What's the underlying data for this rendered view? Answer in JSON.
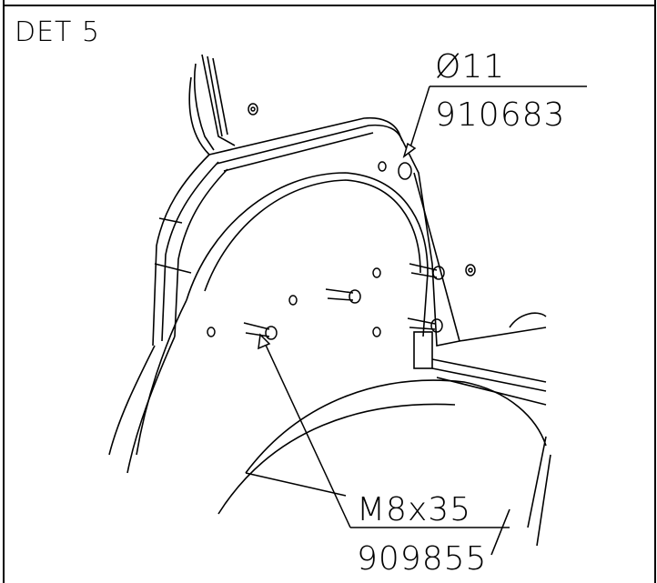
{
  "detail_title": "DET 5",
  "callouts": [
    {
      "top": "Ø11",
      "bottom": "910683"
    },
    {
      "top": "M8x35",
      "bottom": "909855"
    }
  ],
  "colors": {
    "line": "#000000",
    "background": "#ffffff"
  }
}
